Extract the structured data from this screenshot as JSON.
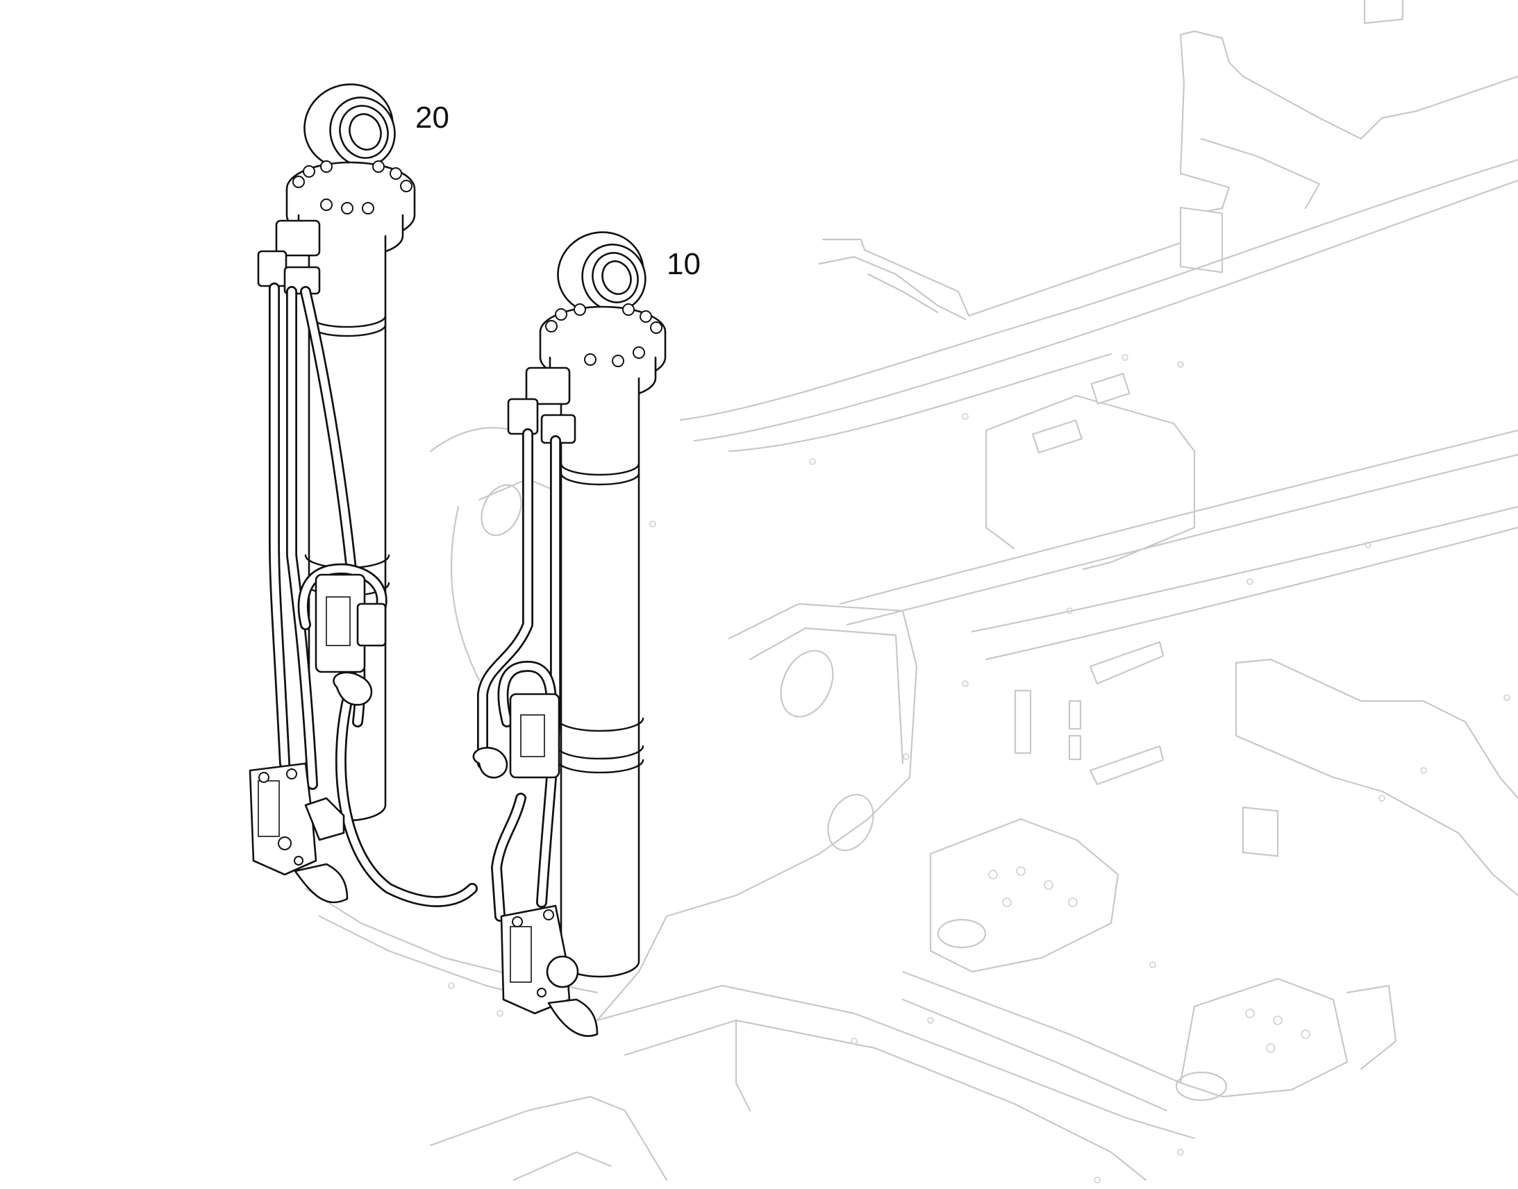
{
  "diagram": {
    "callouts": [
      {
        "id": "callout-20",
        "text": "20"
      },
      {
        "id": "callout-10",
        "text": "10"
      }
    ],
    "colors": {
      "part_line": "#111111",
      "frame_line": "#c8c8c8",
      "background": "#ffffff"
    }
  }
}
